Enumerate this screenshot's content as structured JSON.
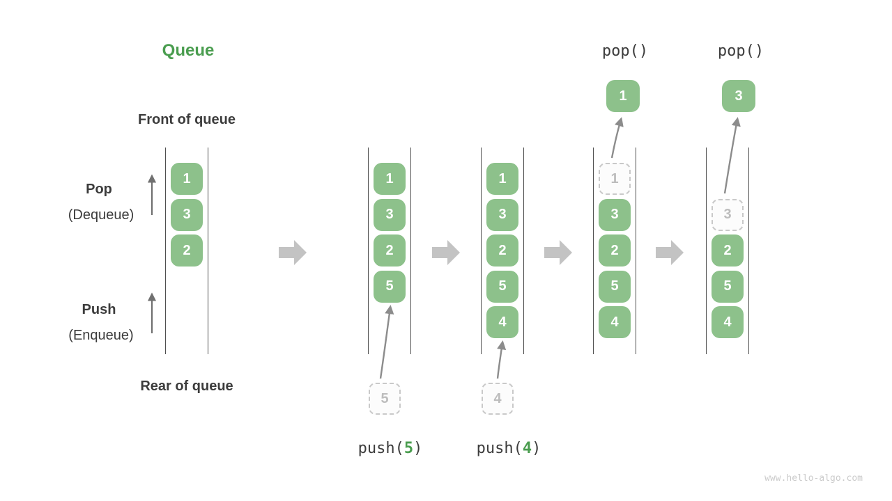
{
  "title": "Queue",
  "labels": {
    "front": "Front of queue",
    "rear": "Rear of queue",
    "pop_name": "Pop",
    "pop_alias": "(Dequeue)",
    "push_name": "Push",
    "push_alias": "(Enqueue)"
  },
  "watermark": "www.hello-algo.com",
  "colors": {
    "accent_green": "#4a9d4f",
    "box_green": "#8dc18b",
    "box_text": "#ffffff",
    "label_dark": "#3c3c3c",
    "flow_arrow_gray": "#c3c3c3",
    "thin_arrow_gray": "#8c8c8c",
    "direction_arrow_gray": "#707070",
    "dashed_border": "#c9c9c9",
    "dashed_text": "#bdbdbd",
    "rail_line": "#4f4f4f",
    "watermark_gray": "#cbcbcb"
  },
  "states": [
    {
      "cells": [
        {
          "slot": 1,
          "v": "1"
        },
        {
          "slot": 2,
          "v": "3"
        },
        {
          "slot": 3,
          "v": "2"
        }
      ]
    },
    {
      "cells": [
        {
          "slot": 1,
          "v": "1"
        },
        {
          "slot": 2,
          "v": "3"
        },
        {
          "slot": 3,
          "v": "2"
        },
        {
          "slot": 4,
          "v": "5"
        }
      ],
      "pending": "5",
      "op": {
        "prefix": "push(",
        "arg": "5",
        "suffix": ")"
      }
    },
    {
      "cells": [
        {
          "slot": 1,
          "v": "1"
        },
        {
          "slot": 2,
          "v": "3"
        },
        {
          "slot": 3,
          "v": "2"
        },
        {
          "slot": 4,
          "v": "5"
        },
        {
          "slot": 5,
          "v": "4"
        }
      ],
      "pending": "4",
      "op": {
        "prefix": "push(",
        "arg": "4",
        "suffix": ")"
      }
    },
    {
      "cells": [
        {
          "slot": 1,
          "v": "1",
          "dashed": true
        },
        {
          "slot": 2,
          "v": "3"
        },
        {
          "slot": 3,
          "v": "2"
        },
        {
          "slot": 4,
          "v": "5"
        },
        {
          "slot": 5,
          "v": "4"
        }
      ],
      "popped": "1",
      "op_top": "pop()"
    },
    {
      "cells": [
        {
          "slot": 2,
          "v": "3",
          "dashed": true
        },
        {
          "slot": 3,
          "v": "2"
        },
        {
          "slot": 4,
          "v": "5"
        },
        {
          "slot": 5,
          "v": "4"
        }
      ],
      "popped": "3",
      "op_top": "pop()"
    }
  ]
}
